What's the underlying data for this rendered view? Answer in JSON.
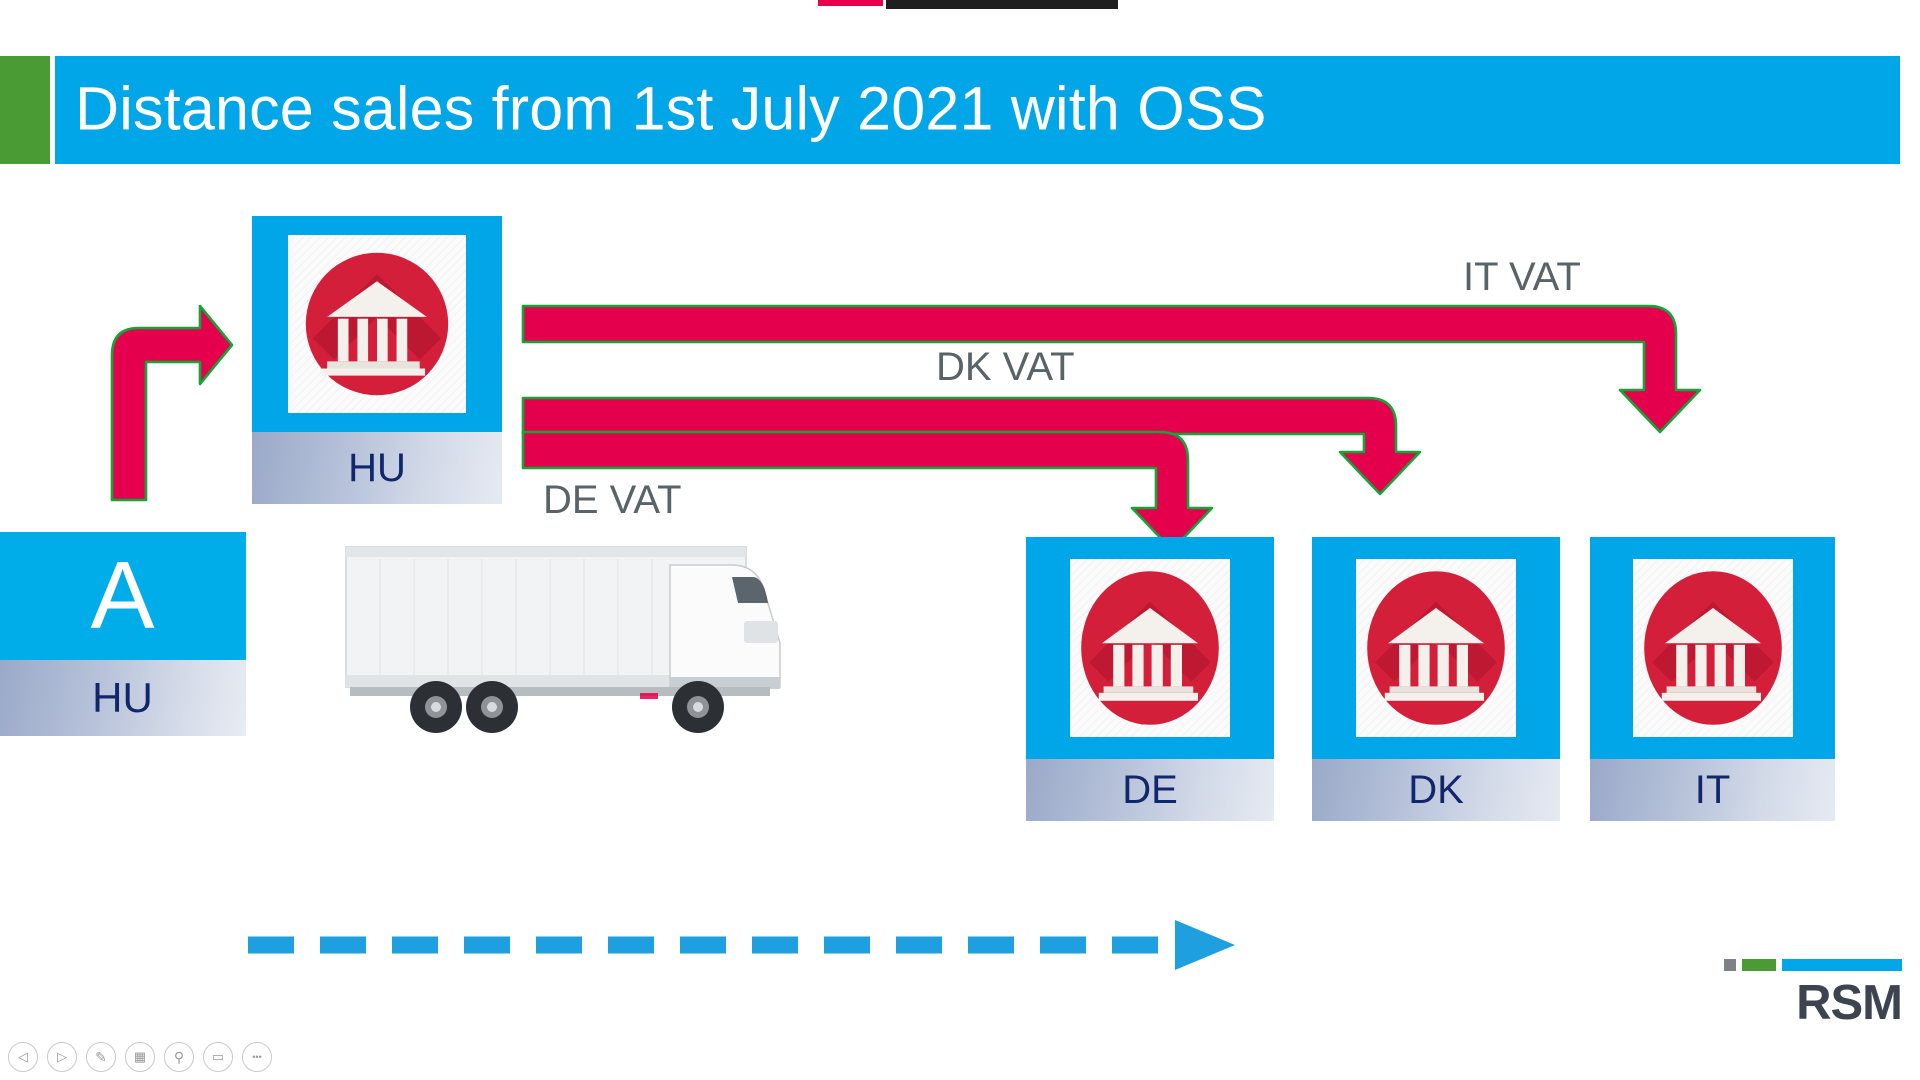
{
  "slide": {
    "title": "Distance sales from 1st July 2021 with OSS",
    "accent_green": "#4a9b33",
    "accent_blue": "#00a6e8",
    "accent_crimson": "#e4004c",
    "label_navy": "#12276b",
    "vat_label_grey": "#5a6368"
  },
  "seller": {
    "code": "A",
    "country": "HU"
  },
  "origin_bank": {
    "country": "HU",
    "icon": "bank-icon"
  },
  "destinations": [
    {
      "country": "DE",
      "icon": "bank-icon"
    },
    {
      "country": "DK",
      "icon": "bank-icon"
    },
    {
      "country": "IT",
      "icon": "bank-icon"
    }
  ],
  "flows": [
    {
      "label": "IT VAT",
      "target": "IT"
    },
    {
      "label": "DK VAT",
      "target": "DK"
    },
    {
      "label": "DE VAT",
      "target": "DE"
    }
  ],
  "logo": {
    "word": "RSM"
  },
  "toolbar": {
    "items": [
      {
        "name": "previous-slide-button",
        "glyph": "◁"
      },
      {
        "name": "next-slide-button",
        "glyph": "▷"
      },
      {
        "name": "pen-tool-button",
        "glyph": "✎"
      },
      {
        "name": "all-slides-button",
        "glyph": "▦"
      },
      {
        "name": "zoom-button",
        "glyph": "⚲"
      },
      {
        "name": "blank-screen-button",
        "glyph": "▭"
      },
      {
        "name": "more-options-button",
        "glyph": "•••"
      }
    ]
  }
}
